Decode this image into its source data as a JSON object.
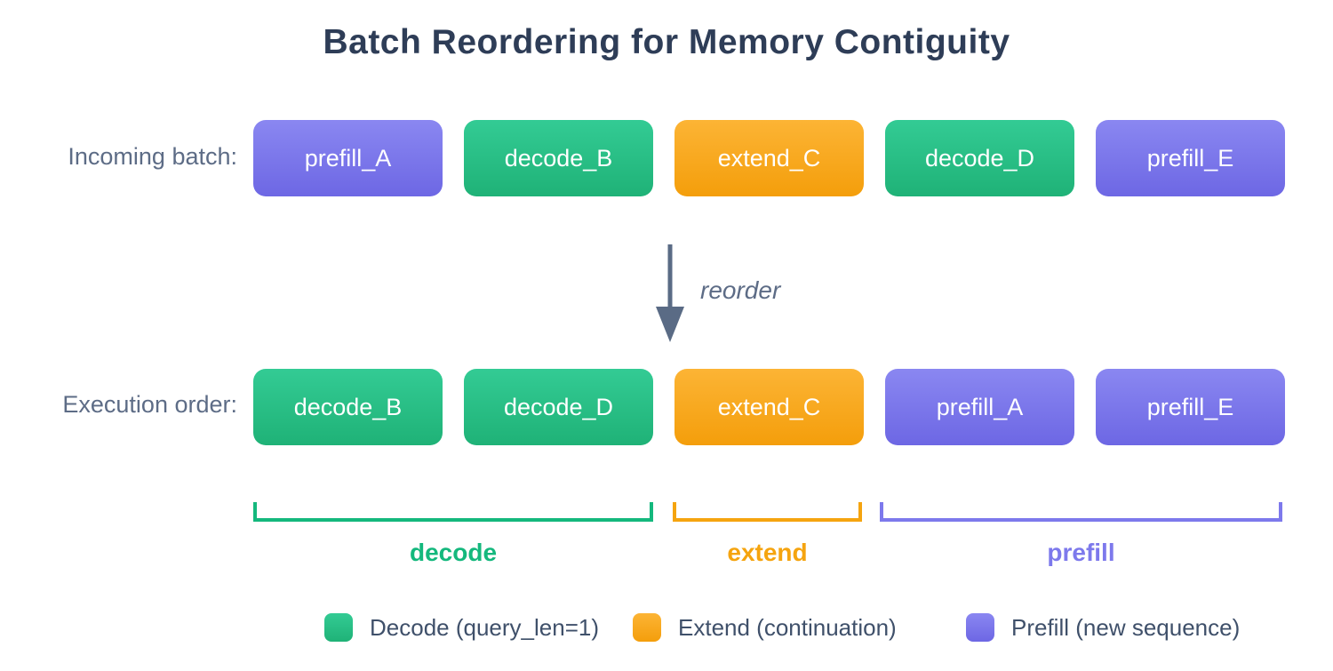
{
  "title": "Batch Reordering for Memory Contiguity",
  "incoming_row": {
    "label": "Incoming batch:",
    "boxes": [
      {
        "label": "prefill_A",
        "type": "prefill"
      },
      {
        "label": "decode_B",
        "type": "decode"
      },
      {
        "label": "extend_C",
        "type": "extend"
      },
      {
        "label": "decode_D",
        "type": "decode"
      },
      {
        "label": "prefill_E",
        "type": "prefill"
      }
    ]
  },
  "arrow": {
    "label": "reorder"
  },
  "execution_row": {
    "label": "Execution order:",
    "boxes": [
      {
        "label": "decode_B",
        "type": "decode"
      },
      {
        "label": "decode_D",
        "type": "decode"
      },
      {
        "label": "extend_C",
        "type": "extend"
      },
      {
        "label": "prefill_A",
        "type": "prefill"
      },
      {
        "label": "prefill_E",
        "type": "prefill"
      }
    ]
  },
  "groups": [
    {
      "label": "decode",
      "type": "decode"
    },
    {
      "label": "extend",
      "type": "extend"
    },
    {
      "label": "prefill",
      "type": "prefill"
    }
  ],
  "legend": [
    {
      "label": "Decode (query_len=1)",
      "type": "decode"
    },
    {
      "label": "Extend (continuation)",
      "type": "extend"
    },
    {
      "label": "Prefill (new sequence)",
      "type": "prefill"
    }
  ],
  "colors": {
    "title_text": "#2e3d57",
    "label_text": "#5d6c86",
    "legend_text": "#3f506a",
    "arrow": "#5a6b85",
    "decode_top": "#33cb94",
    "decode_bottom": "#1fb277",
    "decode_accent": "#14b87d",
    "extend_top": "#fcb435",
    "extend_bottom": "#f49e0b",
    "extend_accent": "#f5a40f",
    "prefill_top": "#8a87f1",
    "prefill_bottom": "#6d67e4",
    "prefill_accent": "#7d79ec"
  }
}
